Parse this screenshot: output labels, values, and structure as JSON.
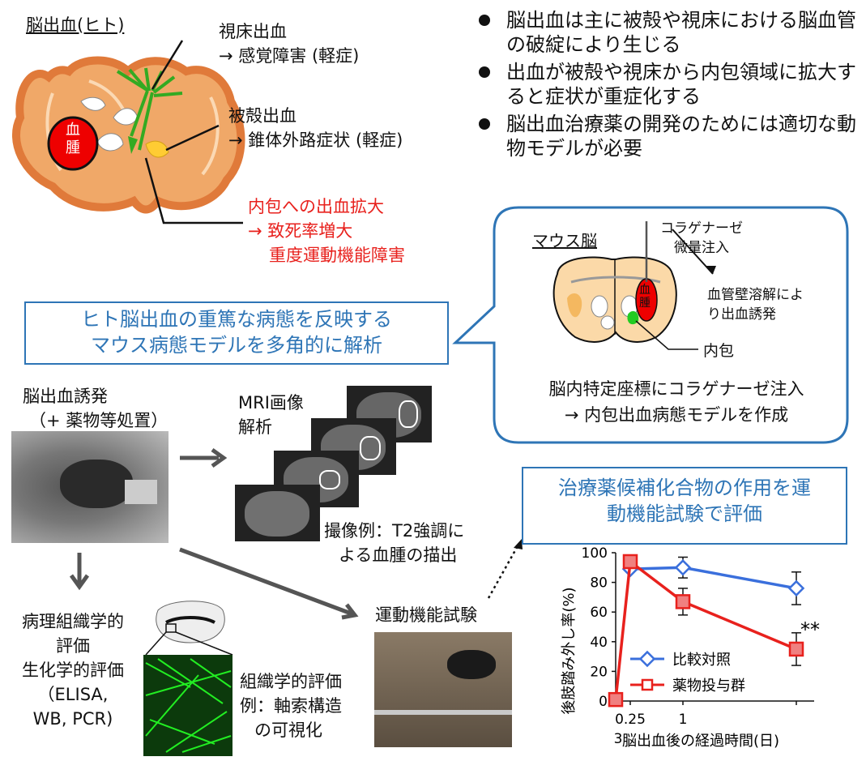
{
  "human": {
    "title": "脳出血(ヒト)",
    "hematoma": [
      "血",
      "腫"
    ],
    "thalamic": {
      "line1": "視床出血",
      "line2": "→ 感覚障害 (軽症)"
    },
    "putaminal": {
      "line1": "被殻出血",
      "line2": "→ 錐体外路症状 (軽症)"
    },
    "capsule": {
      "line1": "内包への出血拡大",
      "line2": "→ 致死率増大",
      "line3": "重度運動機能障害"
    }
  },
  "bullets": [
    "脳出血は主に被殻や視床における脳血管の破綻により生じる",
    "出血が被殻や視床から内包領域に拡大すると症状が重症化する",
    "脳出血治療薬の開発のためには適切な動物モデルが必要"
  ],
  "mouse": {
    "title": "マウス脳",
    "injection": {
      "line1": "コラゲナーゼ",
      "line2": "微量注入"
    },
    "effect": {
      "line1": "血管壁溶解によ",
      "line2": "り出血誘発"
    },
    "hematoma": [
      "血",
      "腫"
    ],
    "capsule": "内包",
    "caption1": "脳内特定座標にコラゲナーゼ注入",
    "caption2": "→ 内包出血病態モデルを作成"
  },
  "headline": {
    "line1": "ヒト脳出血の重篤な病態を反映する",
    "line2": "マウス病態モデルを多角的に解析"
  },
  "induce": {
    "line1": "脳出血誘発",
    "line2": "（+ 薬物等処置）"
  },
  "mri": {
    "title1": "MRI画像",
    "title2": "解析",
    "caption1": "撮像例：T2強調に",
    "caption2": "よる血腫の描出"
  },
  "pathology": {
    "line1": "病理組織学的",
    "line2": "評価",
    "line3": "生化学的評価",
    "line4": "（ELISA,",
    "line5": "WB, PCR)"
  },
  "histology": {
    "line1": "組織学的評価",
    "line2": "例：軸索構造",
    "line3": "の可視化"
  },
  "motor_test": "運動機能試験",
  "drug_box": {
    "line1": "治療薬候補化合物の作用を運",
    "line2": "動機能試験で評価"
  },
  "colors": {
    "accent_blue": "#2e75b6",
    "red": "#e8211d",
    "green": "#33cc33",
    "brain_orange": "#f4a460"
  },
  "chart_data": {
    "type": "line",
    "ylabel": "後肢踏み外し率(%)",
    "xlabel": "脳出血後の経過時間(日)",
    "ylim": [
      0,
      100
    ],
    "yticks": [
      0,
      20,
      40,
      60,
      80,
      100
    ],
    "xticks": [
      "0.25",
      "1"
    ],
    "xtick_stray": "3",
    "significance": "**",
    "series": [
      {
        "name": "比較対照",
        "color": "#3a6fdc",
        "marker": "diamond",
        "x": [
          0.25,
          1,
          3
        ],
        "values": [
          89,
          90,
          76
        ],
        "err": [
          0,
          7,
          11
        ]
      },
      {
        "name": "薬物投与群",
        "color": "#e8211d",
        "marker": "square",
        "x": [
          0,
          0.25,
          1,
          3
        ],
        "values": [
          1,
          94,
          67,
          35
        ],
        "err": [
          0,
          0,
          9,
          11
        ]
      }
    ]
  }
}
